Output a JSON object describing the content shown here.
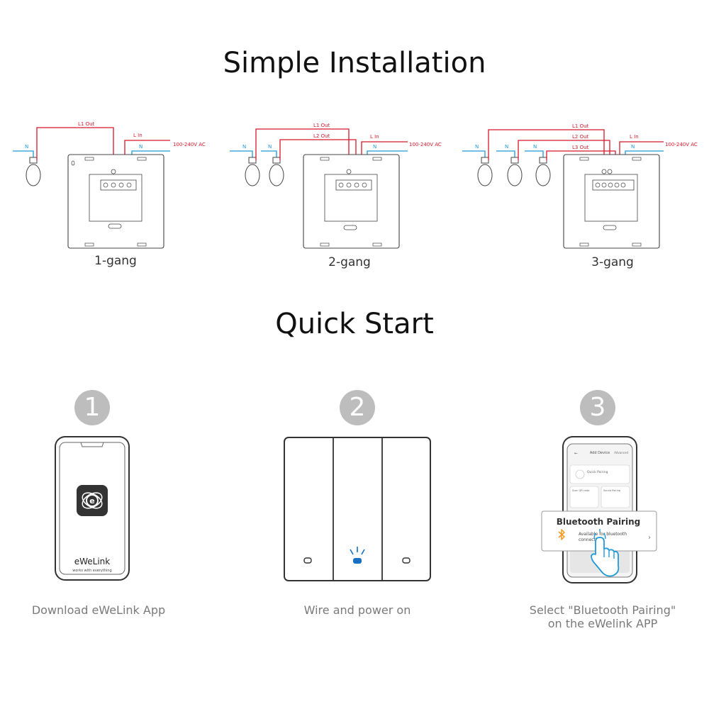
{
  "installation": {
    "title": "Simple Installation",
    "labels": {
      "n": "N",
      "l_in": "L In",
      "ac": "100-240V AC",
      "l1_out": "L1 Out",
      "l2_out": "L2 Out",
      "l3_out": "L3 Out"
    },
    "gangs": [
      {
        "label": "1-gang"
      },
      {
        "label": "2-gang"
      },
      {
        "label": "3-gang"
      }
    ]
  },
  "quick_start": {
    "title": "Quick Start",
    "steps": [
      {
        "number": "1",
        "caption": "Download eWeLink App"
      },
      {
        "number": "2",
        "caption": "Wire and power on"
      },
      {
        "number": "3",
        "caption_line1": "Select \"Bluetooth Pairing\"",
        "caption_line2": "on the eWelink APP"
      }
    ]
  },
  "phone1": {
    "brand": "eWeLink",
    "tagline": "works with everything"
  },
  "phone3": {
    "header": "Add Device",
    "header_right": "Advanced",
    "quick_pairing": "Quick Pairing",
    "scan_qr": "Scan QR code",
    "sound_pairing": "Sound Pairing",
    "bt_title": "Bluetooth Pairing",
    "bt_desc_line1": "Available for bluetooth",
    "bt_desc_line2": "connection"
  },
  "colors": {
    "live": "#d7182a",
    "neutral": "#1e9ad6",
    "outline": "#444444",
    "step_circle": "#bdbdbd",
    "bluetooth": "#f39a1e",
    "led_blue": "#1a6fc4"
  }
}
